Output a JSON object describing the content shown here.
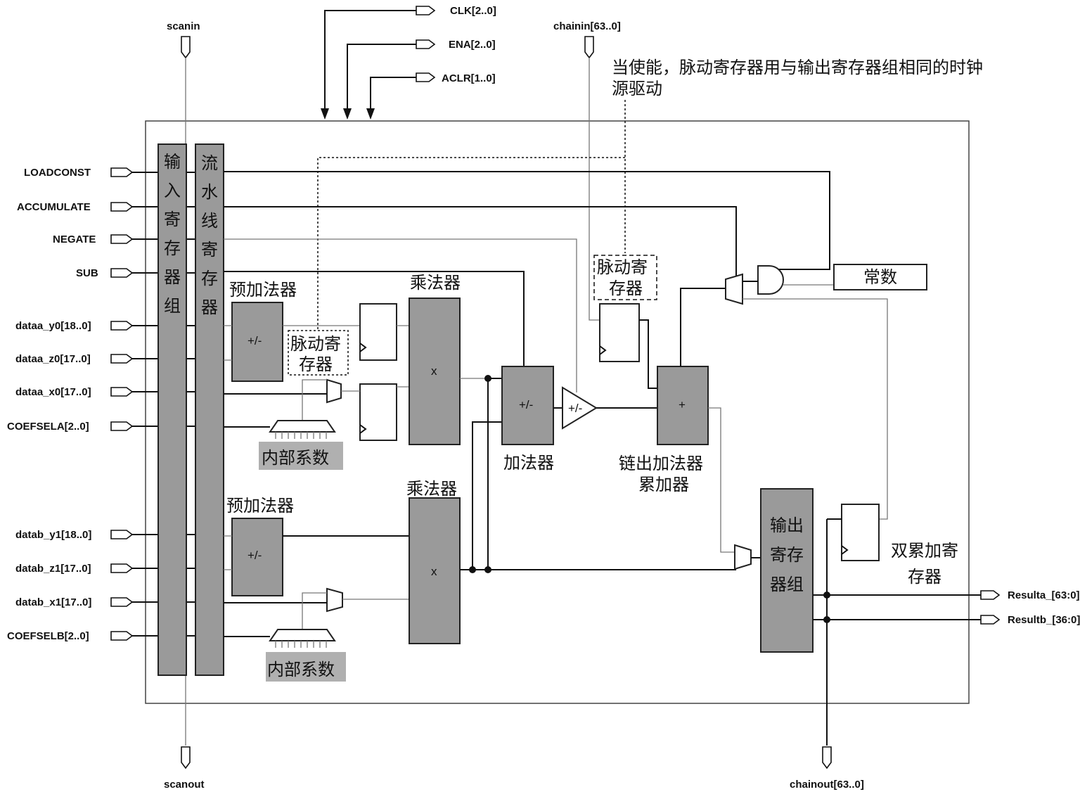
{
  "top_inputs": {
    "clk": "CLK[2..0]",
    "ena": "ENA[2..0]",
    "aclr": "ACLR[1..0]"
  },
  "scanin": "scanin",
  "scanout": "scanout",
  "chainin": "chainin[63..0]",
  "chainout": "chainout[63..0]",
  "annotation": {
    "line1": "当使能，脉动寄存器用与输出寄存器组相同的时钟",
    "line2": "源驱动"
  },
  "left_inputs": [
    "LOADCONST",
    "ACCUMULATE",
    "NEGATE",
    "SUB",
    "dataa_y0[18..0]",
    "dataa_z0[17..0]",
    "dataa_x0[17..0]",
    "COEFSELA[2..0]",
    "datab_y1[18..0]",
    "datab_z1[17..0]",
    "datab_x1[17..0]",
    "COEFSELB[2..0]"
  ],
  "outputs": [
    "Resulta_[63:0]",
    "Resultb_[36:0]"
  ],
  "input_register_group": [
    "输",
    "入",
    "寄",
    "存",
    "器",
    "组"
  ],
  "pipeline_register": [
    "流",
    "水",
    "线",
    "寄",
    "存",
    "器"
  ],
  "pre_adder_top": {
    "label": "预加法器",
    "op": "+/-"
  },
  "pre_adder_bottom": {
    "label": "预加法器",
    "op": "+/-"
  },
  "systolic_reg_inner": {
    "line1": "脉动寄",
    "line2": "存器"
  },
  "systolic_reg_right": {
    "line1": "脉动寄",
    "line2": "存器"
  },
  "internal_coef_top": "内部系数",
  "internal_coef_bottom": "内部系数",
  "multiplier_top": {
    "label": "乘法器",
    "op": "x"
  },
  "multiplier_bottom": {
    "label": "乘法器",
    "op": "x"
  },
  "adder": {
    "label": "加法器",
    "op": "+/-"
  },
  "tri_op": "+/-",
  "chainout_adder": {
    "line1": "链出加法器",
    "line2": "累加器",
    "op": "+"
  },
  "constant": "常数",
  "output_register_group": {
    "line1": "输出",
    "line2": "寄存",
    "line3": "器组"
  },
  "double_acc_register": {
    "line1": "双累加寄",
    "line2": "存器"
  }
}
